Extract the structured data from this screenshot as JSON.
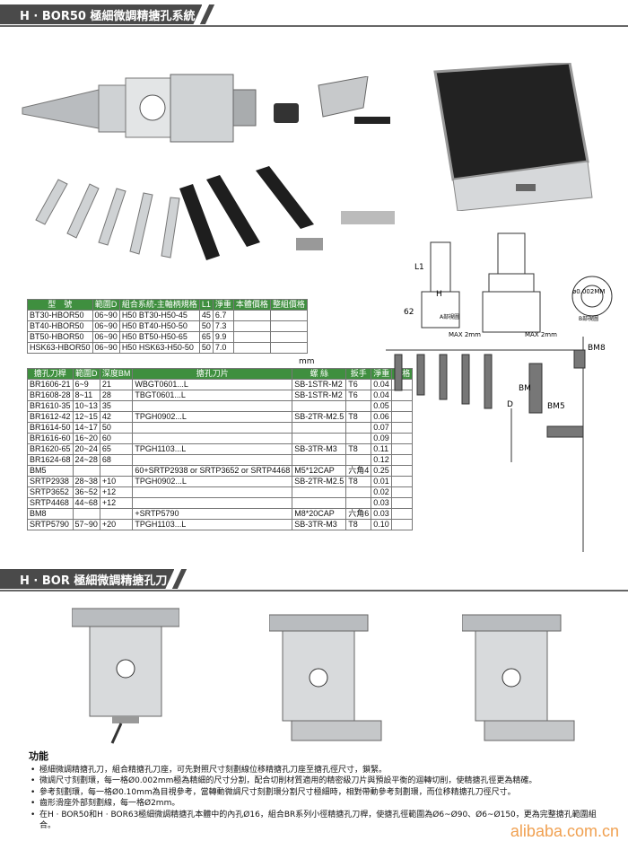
{
  "section1_title": "H · BOR50 極細微調精搪孔系統",
  "section2_title": "H · BOR 極細微調精搪孔刀",
  "table1": {
    "headers": [
      "型　號",
      "範圍D",
      "組合系統-主軸柄規格",
      "L1",
      "淨重",
      "本體價格",
      "整組價格"
    ],
    "rows": [
      [
        "BT30-HBOR50",
        "06~90",
        "H50 BT30-H50-45",
        "45",
        "6.7",
        "",
        ""
      ],
      [
        "BT40-HBOR50",
        "06~90",
        "H50 BT40-H50-50",
        "50",
        "7.3",
        "",
        ""
      ],
      [
        "BT50-HBOR50",
        "06~90",
        "H50 BT50-H50-65",
        "65",
        "9.9",
        "",
        ""
      ],
      [
        "HSK63-HBOR50",
        "06~90",
        "H50 HSK63-H50-50",
        "50",
        "7.0",
        "",
        ""
      ]
    ]
  },
  "mm_label": "mm",
  "table2": {
    "headers": [
      "搪孔刀桿",
      "範圍D",
      "深度BM",
      "搪孔刀片",
      "螺 絲",
      "扳手",
      "淨重",
      "價格"
    ],
    "rows": [
      [
        "BR1606-21",
        "6~9",
        "21",
        "WBGT0601...L",
        "SB-1STR-M2",
        "T6",
        "0.04",
        ""
      ],
      [
        "BR1608-28",
        "8~11",
        "28",
        "TBGT0601...L",
        "SB-1STR-M2",
        "T6",
        "0.04",
        ""
      ],
      [
        "BR1610-35",
        "10~13",
        "35",
        "",
        "",
        "",
        "0.05",
        ""
      ],
      [
        "BR1612-42",
        "12~15",
        "42",
        "TPGH0902...L",
        "SB-2TR-M2.5",
        "T8",
        "0.06",
        ""
      ],
      [
        "BR1614-50",
        "14~17",
        "50",
        "",
        "",
        "",
        "0.07",
        ""
      ],
      [
        "BR1616-60",
        "16~20",
        "60",
        "",
        "",
        "",
        "0.09",
        ""
      ],
      [
        "BR1620-65",
        "20~24",
        "65",
        "TPGH1103...L",
        "SB-3TR-M3",
        "T8",
        "0.11",
        ""
      ],
      [
        "BR1624-68",
        "24~28",
        "68",
        "",
        "",
        "",
        "0.12",
        ""
      ],
      [
        "BM5",
        "",
        "",
        "60+SRTP2938 or SRTP3652 or SRTP4468",
        "M5*12CAP",
        "六角4",
        "0.25",
        ""
      ],
      [
        "SRTP2938",
        "28~38",
        "+10",
        "TPGH0902...L",
        "SB-2TR-M2.5",
        "T8",
        "0.01",
        ""
      ],
      [
        "SRTP3652",
        "36~52",
        "+12",
        "",
        "",
        "",
        "0.02",
        ""
      ],
      [
        "SRTP4468",
        "44~68",
        "+12",
        "",
        "",
        "",
        "0.03",
        ""
      ],
      [
        "BM8",
        "",
        "",
        "+SRTP5790",
        "M8*20CAP",
        "六角6",
        "0.03",
        ""
      ],
      [
        "SRTP5790",
        "57~90",
        "+20",
        "TPGH1103...L",
        "SB-3TR-M3",
        "T8",
        "0.10",
        ""
      ]
    ]
  },
  "drawing_labels": {
    "l1": "L1",
    "h": "H",
    "dim62": "62",
    "max1": "MAX 2mm",
    "max2": "MAX 2mm",
    "d": "D",
    "bm": "BM",
    "bm5": "BM5",
    "bm8": "BM8",
    "gauge": "ø0.002MM",
    "a_view": "A部視圖",
    "b_view": "B部視圖"
  },
  "feature": {
    "title": "功能",
    "items": [
      "極細微調精搪孔刀，組合精搪孔刀座，可先對照尺寸刻劃線位移精搪孔刀座至搪孔徑尺寸，鎖緊。",
      "微調尺寸刻劃環，每一格Ø0.002mm極為精細的尺寸分割，配合切削材質適用的精密級刀片與預設平衡的迴轉切削，使精搪孔徑更為精確。",
      "參考刻劃環，每一格Ø0.10mm為目視參考，當轉動微調尺寸刻劃環分割尺寸極細時，相對帶動參考刻劃環，而位移精搪孔刀徑尺寸。",
      "齒形滑座外部刻劃線，每一格Ø2mm。",
      "在H · BOR50和H · BOR63極細微調精搪孔本體中的內孔Ø16，組合BR系列小徑精搪孔刀桿，使搪孔徑範圍為Ø6~Ø90、Ø6~Ø150，更為完整搪孔範圍組合。"
    ]
  },
  "watermark": "alibaba.com.cn"
}
